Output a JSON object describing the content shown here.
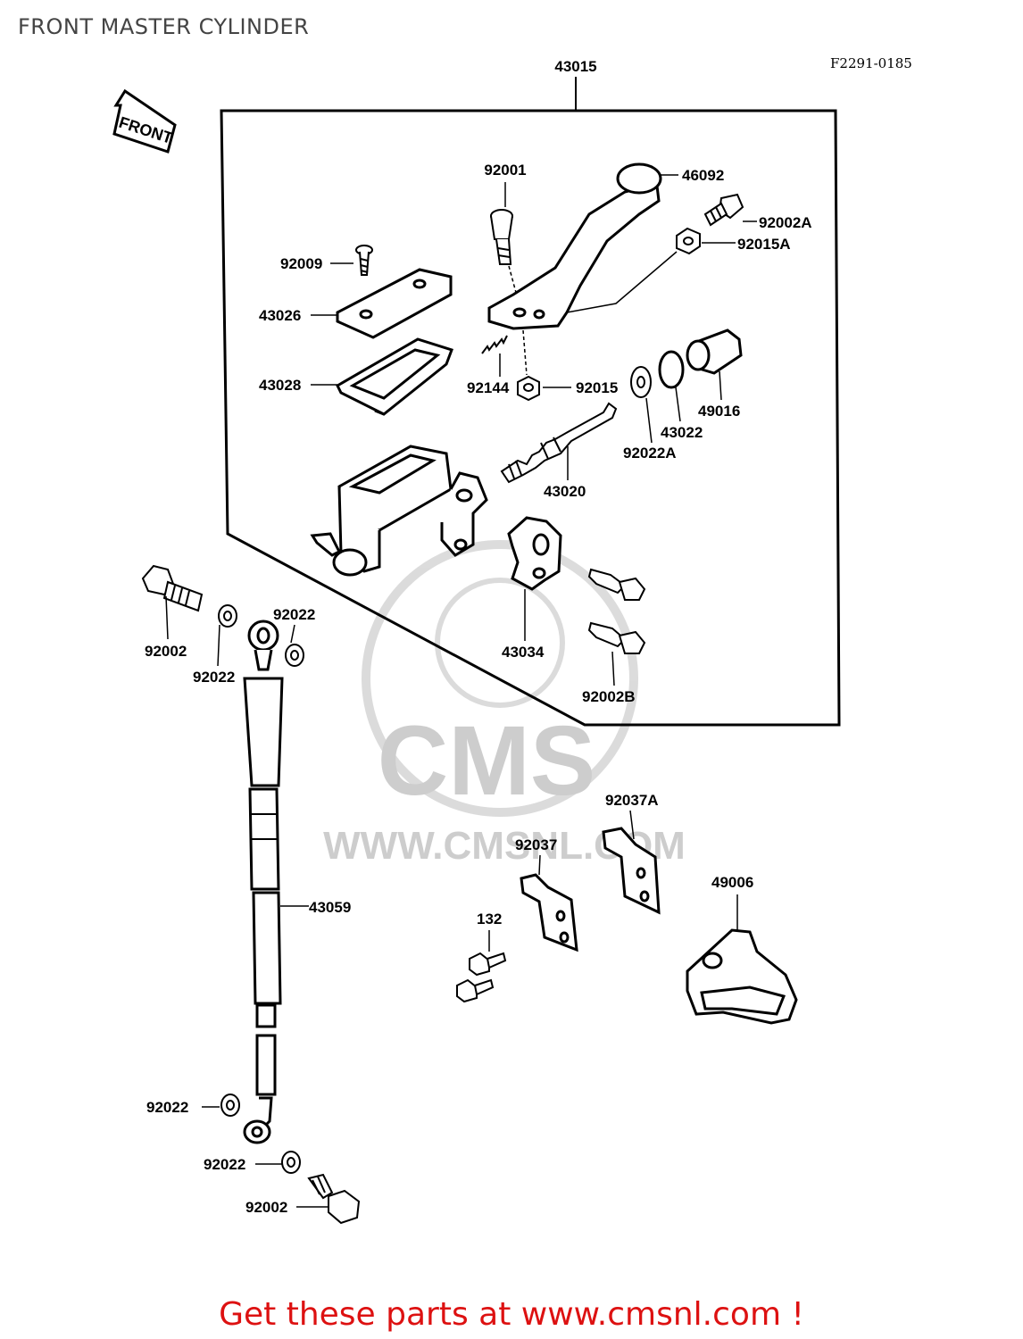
{
  "header": {
    "title": "FRONT MASTER CYLINDER",
    "diagram_code": "F2291-0185"
  },
  "front_tag": "FRONT",
  "watermark": {
    "brand": "CMS",
    "url": "WWW.CMSNL.COM"
  },
  "parts": {
    "p43015": "43015",
    "p92001": "92001",
    "p46092": "46092",
    "p92002A": "92002A",
    "p92015A": "92015A",
    "p92009": "92009",
    "p43026": "43026",
    "p43028": "43028",
    "p92144": "92144",
    "p92015": "92015",
    "p49016": "49016",
    "p43022": "43022",
    "p92022A": "92022A",
    "p43020": "43020",
    "p92002_top": "92002",
    "p92022_a": "92022",
    "p92022_b": "92022",
    "p43034": "43034",
    "p92002B": "92002B",
    "p92037A": "92037A",
    "p92037": "92037",
    "p49006": "49006",
    "p43059": "43059",
    "p132": "132",
    "p92022_c": "92022",
    "p92022_d": "92022",
    "p92002_bottom": "92002"
  },
  "footer": {
    "text": "Get these parts at www.cmsnl.com !"
  },
  "colors": {
    "ink": "#000000",
    "footer": "#dd1111",
    "title": "#444444",
    "watermark": "#c8c8c8"
  }
}
